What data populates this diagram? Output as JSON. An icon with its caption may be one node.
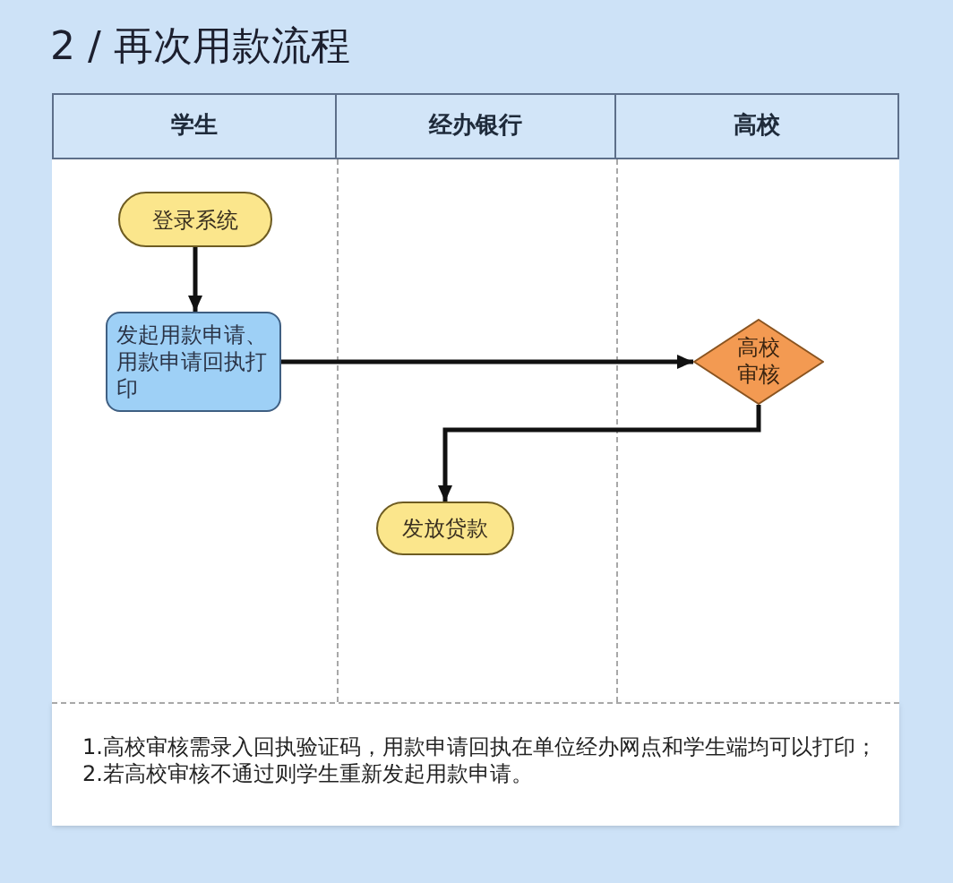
{
  "diagram": {
    "title": "2 / 再次用款流程",
    "nodes": [
      {
        "text": [
          "学生"
        ]
      },
      {
        "text": [
          "经办银行"
        ]
      },
      {
        "text": [
          "高校"
        ]
      },
      {
        "text": [
          "登录系统"
        ],
        "in": 0
      },
      {
        "text": [
          "发起用款申请、用款申请回执打印"
        ],
        "in": 0
      },
      {
        "text": [
          "高校审核"
        ],
        "in": 2
      },
      {
        "text": [
          "发放贷款"
        ],
        "in": 1
      }
    ],
    "edges": [
      {
        "from": 3,
        "to": 4,
        "arrow": "to"
      },
      {
        "from": 4,
        "to": 5,
        "arrow": "to"
      },
      {
        "from": 5,
        "to": 6,
        "arrow": "to"
      }
    ],
    "labels": [
      "1.高校审核需录入回执验证码，用款申请回执在单位经办网点和学生端均可以打印；",
      "2.若高校审核不通过则学生重新发起用款申请。"
    ]
  }
}
